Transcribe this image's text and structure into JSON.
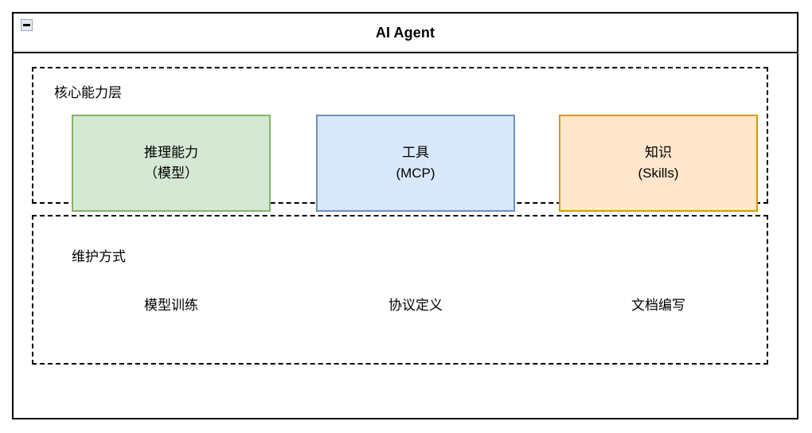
{
  "container": {
    "title": "AI Agent",
    "collapse_icon": "minus-icon",
    "border_color": "#000000"
  },
  "sections": [
    {
      "id": "core",
      "label": "核心能力层",
      "boxes": [
        {
          "line1": "推理能力",
          "line2": "（模型）",
          "fill": "#d5e8d4",
          "stroke": "#82b366",
          "name": "reasoning"
        },
        {
          "line1": "工具",
          "line2": "(MCP)",
          "fill": "#dae8fc",
          "stroke": "#6c8ebf",
          "name": "tools"
        },
        {
          "line1": "知识",
          "line2": "(Skills)",
          "fill": "#ffe6cc",
          "stroke": "#d79b00",
          "name": "knowledge"
        }
      ]
    },
    {
      "id": "maintenance",
      "label": "维护方式",
      "items": [
        {
          "label": "模型训练"
        },
        {
          "label": "协议定义"
        },
        {
          "label": "文档编写"
        }
      ]
    }
  ]
}
